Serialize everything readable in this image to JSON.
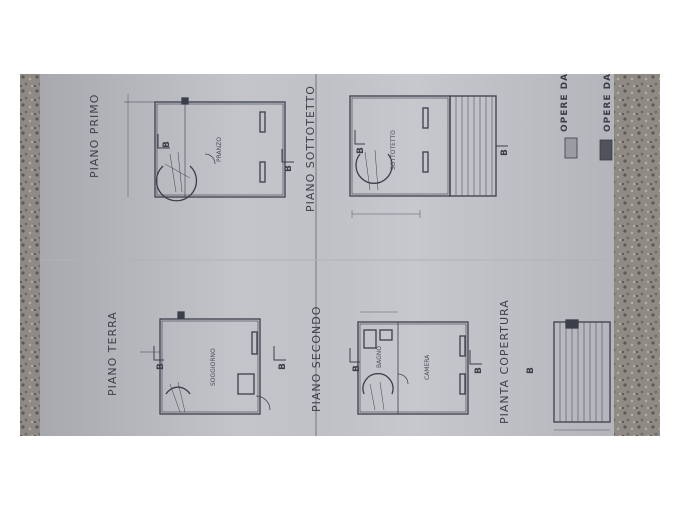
{
  "floor_labels": {
    "piano_primo": "PIANO PRIMO",
    "piano_sottotetto": "PIANO SOTTOTETTO",
    "piano_terra": "PIANO TERRA",
    "piano_secondo": "PIANO SECONDO",
    "pianta_copertura": "PIANTA COPERTURA"
  },
  "legend": {
    "top": "OPERE DA",
    "bottom": "OPERE DA"
  },
  "room_labels": {
    "terra": "SOGGIORNO",
    "primo": "PRANZO",
    "sottotetto": "SOTTOTETTO",
    "secondo_camera": "CAMERA",
    "secondo_bagno": "BAGNO"
  },
  "section_marks": {
    "letter": "B"
  },
  "colors": {
    "paper": "#b9bcc3",
    "ink": "#3b3f49",
    "counter": "#8f8a84"
  }
}
